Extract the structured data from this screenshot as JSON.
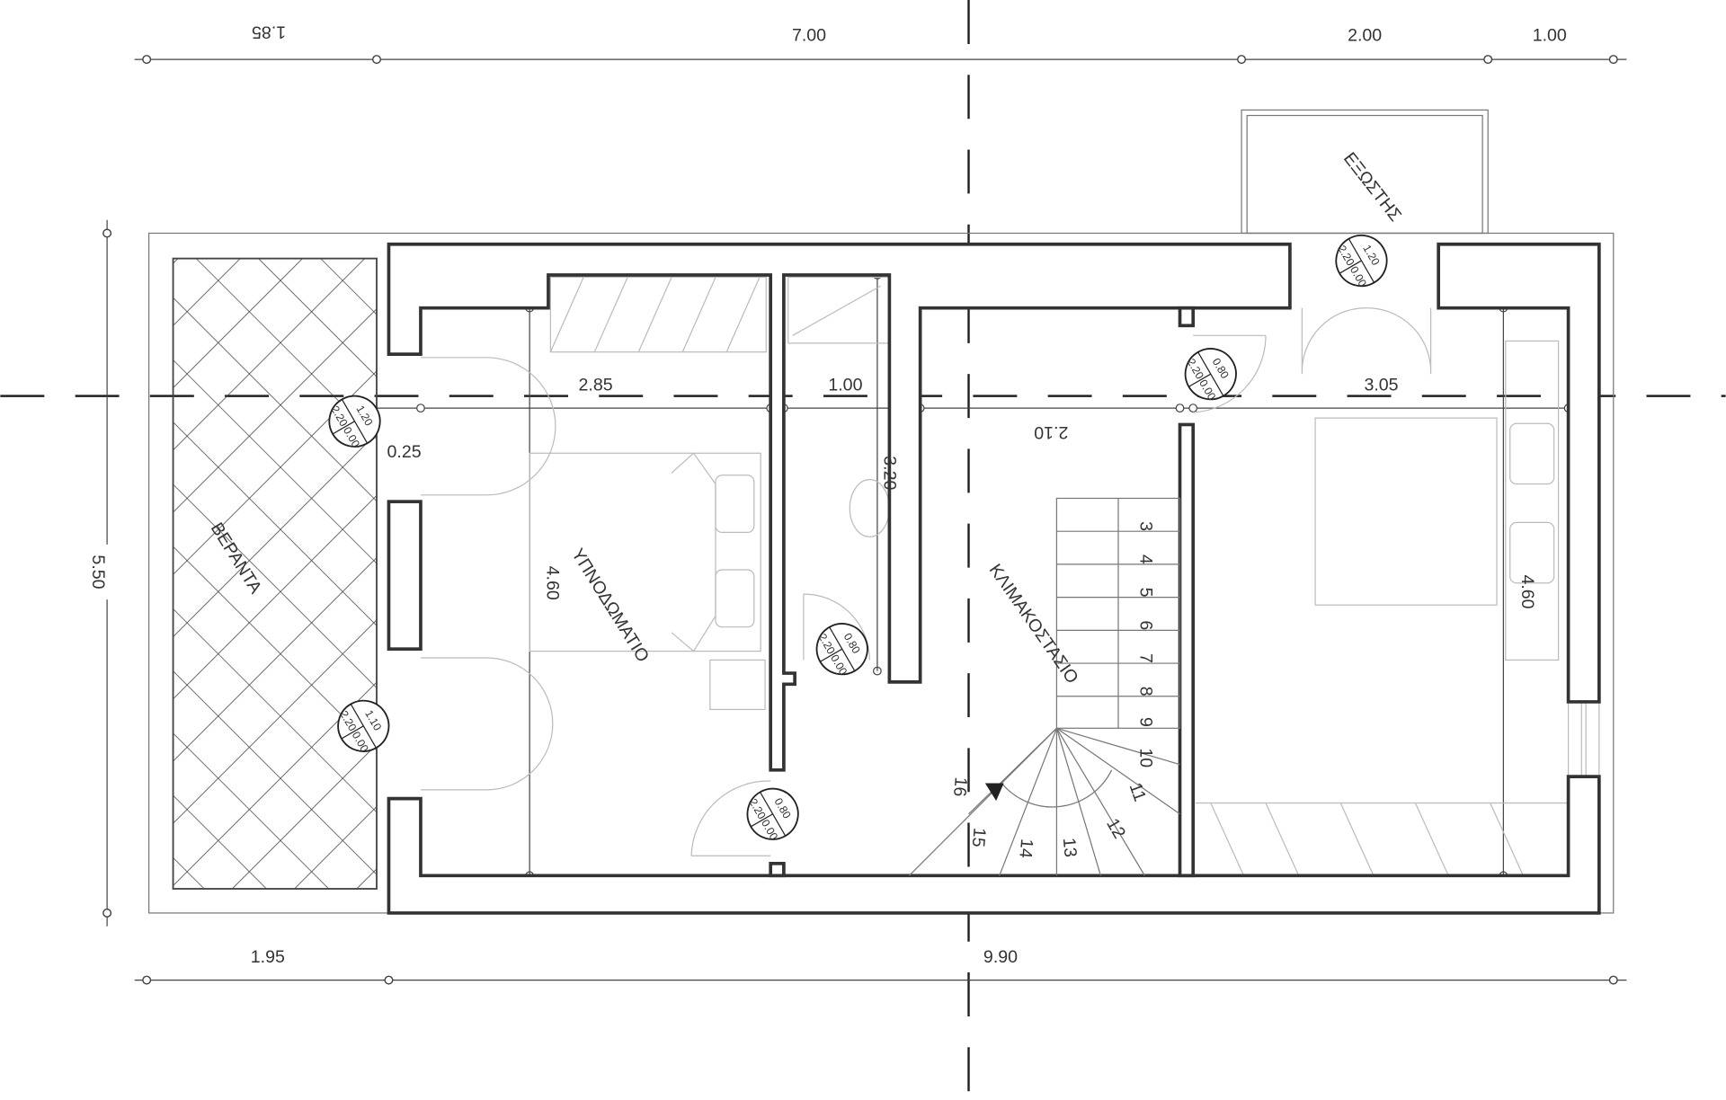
{
  "dimensions": {
    "top": [
      "1.85",
      "7.00",
      "2.00",
      "1.00"
    ],
    "bottom": [
      "1.95",
      "9.90"
    ],
    "left": "5.50",
    "interior": {
      "bedroom_width": "2.85",
      "bath_width": "1.00",
      "right_room_width": "3.05",
      "gap": "0.25",
      "bath_depth": "3.20",
      "stair_width": "2.10",
      "bedroom_depth": "4.60",
      "right_room_depth": "4.60"
    }
  },
  "rooms": {
    "veranda": "ΒΕΡΑΝΤΑ",
    "bedroom": "ΥΠΝΟΔΩΜΑΤΙΟ",
    "staircase": "ΚΛΙΜΑΚΟΣΤΑΣΙΟ",
    "balcony": "ΕΞΩΣΤΗΣ"
  },
  "door_tags": [
    {
      "width": "1.20",
      "height": "2.20",
      "sill": "0.00"
    },
    {
      "width": "1.10",
      "height": "2.20",
      "sill": "0.00"
    },
    {
      "width": "1.20",
      "height": "2.20",
      "sill": "0.00"
    },
    {
      "width": "0.80",
      "height": "2.20",
      "sill": "0.00"
    },
    {
      "width": "0.80",
      "height": "2.20",
      "sill": "0.00"
    },
    {
      "width": "0.80",
      "height": "2.20",
      "sill": "0.00"
    }
  ],
  "stair_steps": [
    "3",
    "4",
    "5",
    "6",
    "7",
    "8",
    "9",
    "10",
    "11",
    "12",
    "13",
    "14",
    "15",
    "16"
  ],
  "colors": {
    "wall": "#333333",
    "background": "#ffffff"
  }
}
